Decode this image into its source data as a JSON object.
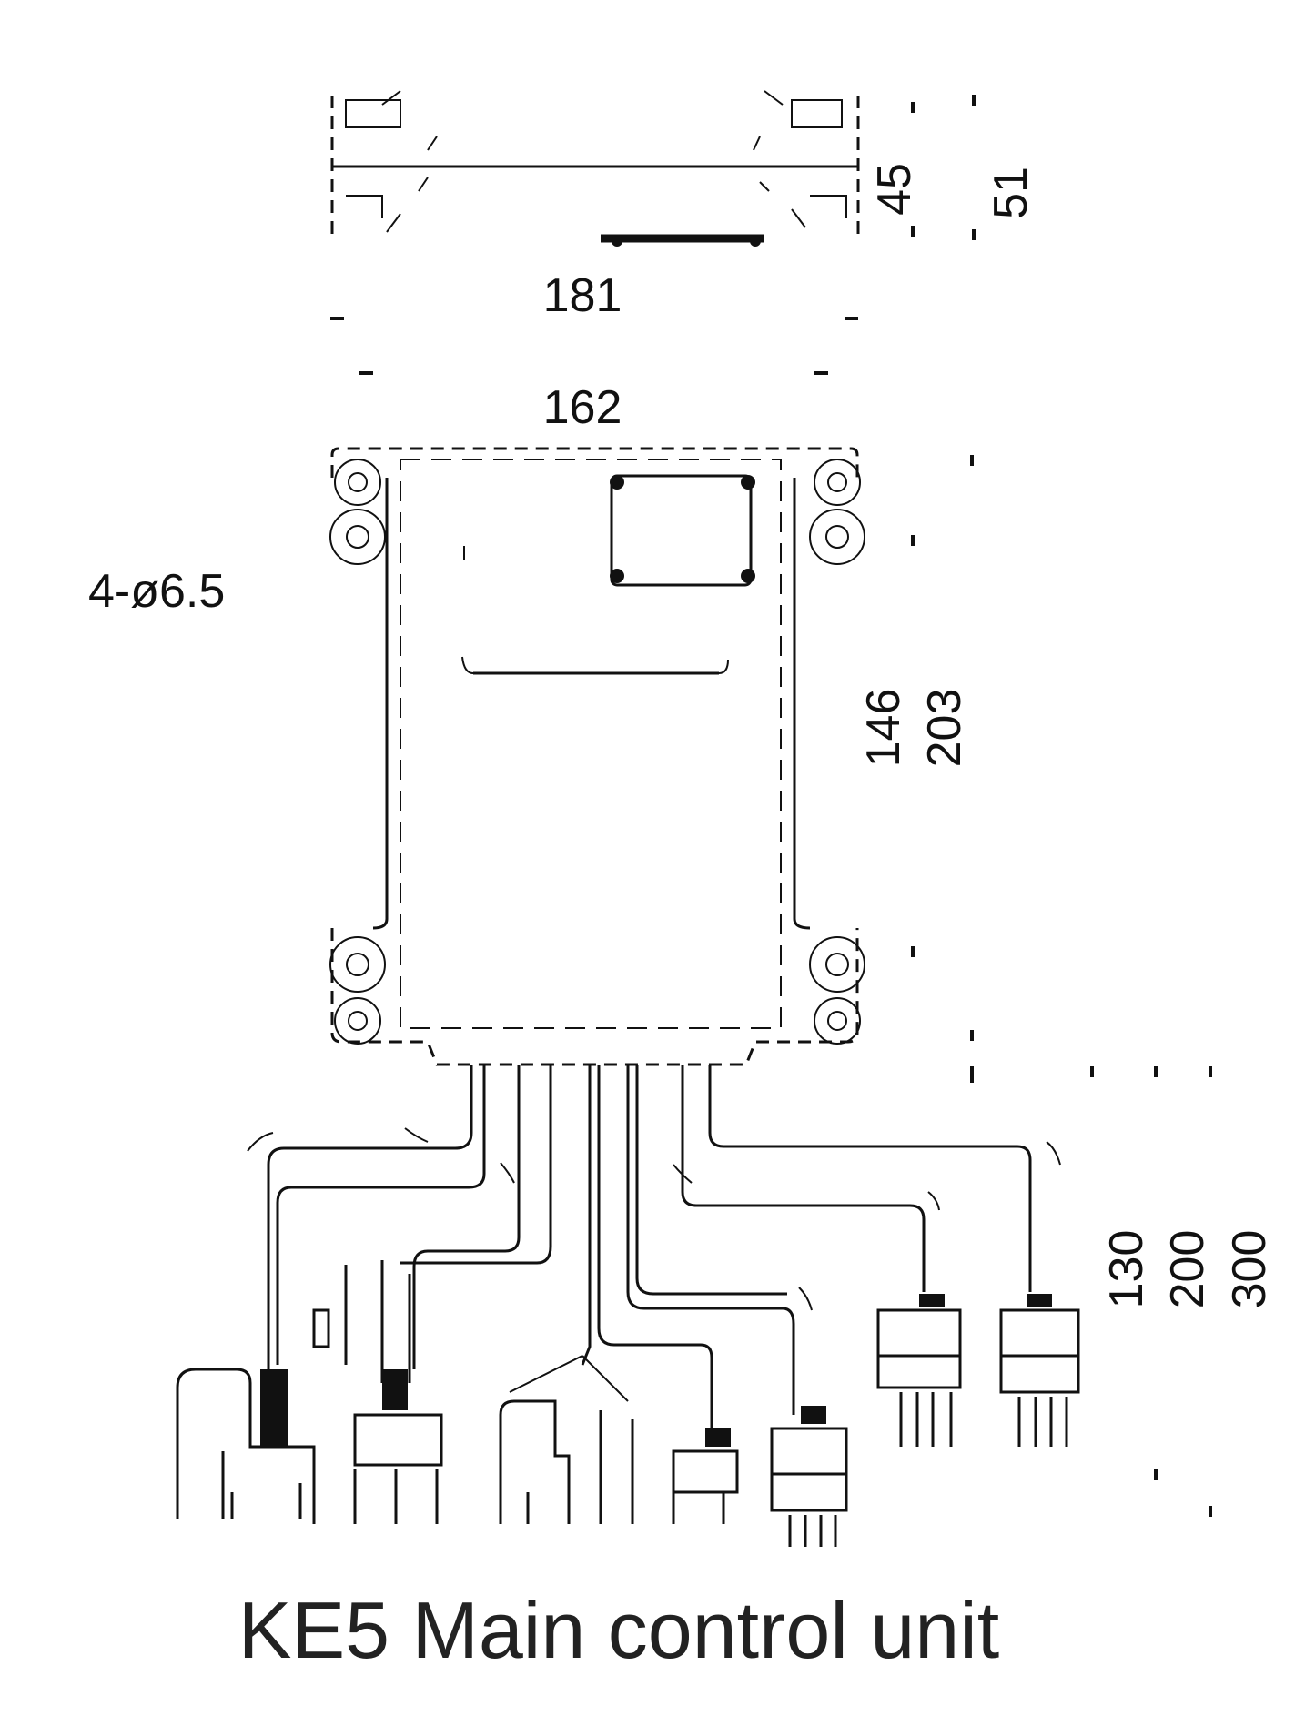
{
  "dimensions": {
    "side_height": "45",
    "side_total_height": "51",
    "side_width": "181",
    "top_width": "162",
    "holes": "4-ø6.5",
    "hole_spacing_vertical": "146",
    "overall_height": "203",
    "cable_1": "130",
    "cable_2": "200",
    "cable_3": "300"
  },
  "title": "KE5 Main control unit"
}
